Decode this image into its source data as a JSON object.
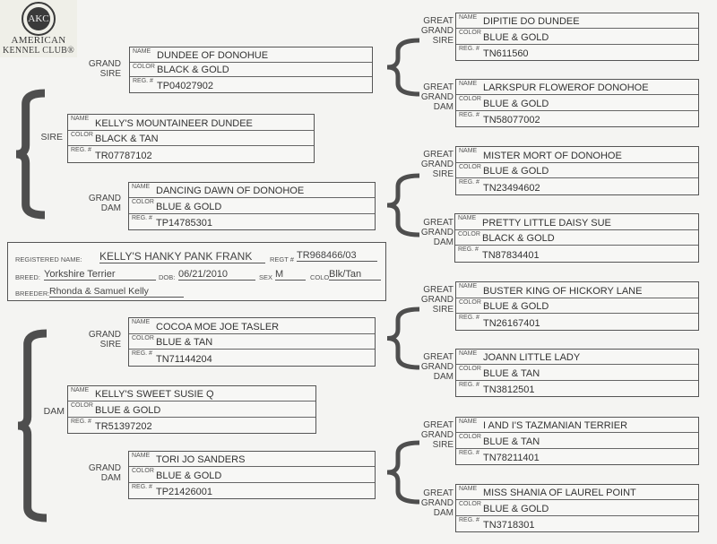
{
  "logo": {
    "seal_text": "AKC",
    "line1": "AMERICAN",
    "line2": "KENNEL CLUB®"
  },
  "field_labels": {
    "name": "NAME",
    "color": "COLOR",
    "reg": "REG. #"
  },
  "relation_labels": {
    "sire": "SIRE",
    "dam": "DAM",
    "grand_sire": [
      "GRAND",
      "SIRE"
    ],
    "grand_dam": [
      "GRAND",
      "DAM"
    ],
    "great_grand_sire": [
      "GREAT",
      "GRAND",
      "SIRE"
    ],
    "great_grand_dam": [
      "GREAT",
      "GRAND",
      "DAM"
    ]
  },
  "registration": {
    "registered_name_label": "REGISTERED NAME:",
    "registered_name": "KELLY'S HANKY PANK FRANK",
    "regt_label": "REGT #",
    "regt": "TR968466/03",
    "breed_label": "BREED:",
    "breed": "Yorkshire Terrier",
    "dob_label": "DOB:",
    "dob": "06/21/2010",
    "sex_label": "SEX",
    "sex": "M",
    "color_label": "COLO",
    "color": "Blk/Tan",
    "breeder_label": "BREEDER:",
    "breeder": "Rhonda & Samuel Kelly"
  },
  "dogs": [
    {
      "rel": "sire",
      "name": "KELLY'S MOUNTAINEER DUNDEE",
      "color": "BLACK & TAN",
      "reg": "TR07787102"
    },
    {
      "rel": "grand_sire",
      "name": "DUNDEE OF DONOHUE",
      "color": "BLACK & GOLD",
      "reg": "TP04027902"
    },
    {
      "rel": "grand_dam",
      "name": "DANCING DAWN OF DONOHOE",
      "color": "BLUE & GOLD",
      "reg": "TP14785301"
    },
    {
      "rel": "dam",
      "name": "KELLY'S SWEET SUSIE Q",
      "color": "BLUE & GOLD",
      "reg": "TR51397202"
    },
    {
      "rel": "grand_sire",
      "name": "COCOA MOE JOE TASLER",
      "color": "BLUE & TAN",
      "reg": "TN71144204"
    },
    {
      "rel": "grand_dam",
      "name": "TORI JO SANDERS",
      "color": "BLUE & GOLD",
      "reg": "TP21426001"
    },
    {
      "rel": "great_grand_sire",
      "name": "DIPITIE DO DUNDEE",
      "color": "BLUE & GOLD",
      "reg": "TN611560"
    },
    {
      "rel": "great_grand_dam",
      "name": "LARKSPUR FLOWEROF DONOHOE",
      "color": "BLUE & GOLD",
      "reg": "TN58077002"
    },
    {
      "rel": "great_grand_sire",
      "name": "MISTER MORT OF DONOHOE",
      "color": "BLUE & GOLD",
      "reg": "TN23494602"
    },
    {
      "rel": "great_grand_dam",
      "name": "PRETTY LITTLE DAISY SUE",
      "color": "BLACK & GOLD",
      "reg": "TN87834401"
    },
    {
      "rel": "great_grand_sire",
      "name": "BUSTER KING OF HICKORY LANE",
      "color": "BLUE & GOLD",
      "reg": "TN26167401"
    },
    {
      "rel": "great_grand_dam",
      "name": "JOANN LITTLE LADY",
      "color": "BLUE & TAN",
      "reg": "TN3812501"
    },
    {
      "rel": "great_grand_sire",
      "name": "I AND I'S TAZMANIAN TERRIER",
      "color": "BLUE & TAN",
      "reg": "TN78211401"
    },
    {
      "rel": "great_grand_dam",
      "name": "MISS SHANIA OF LAUREL POINT",
      "color": "BLUE & GOLD",
      "reg": "TN3718301"
    }
  ]
}
